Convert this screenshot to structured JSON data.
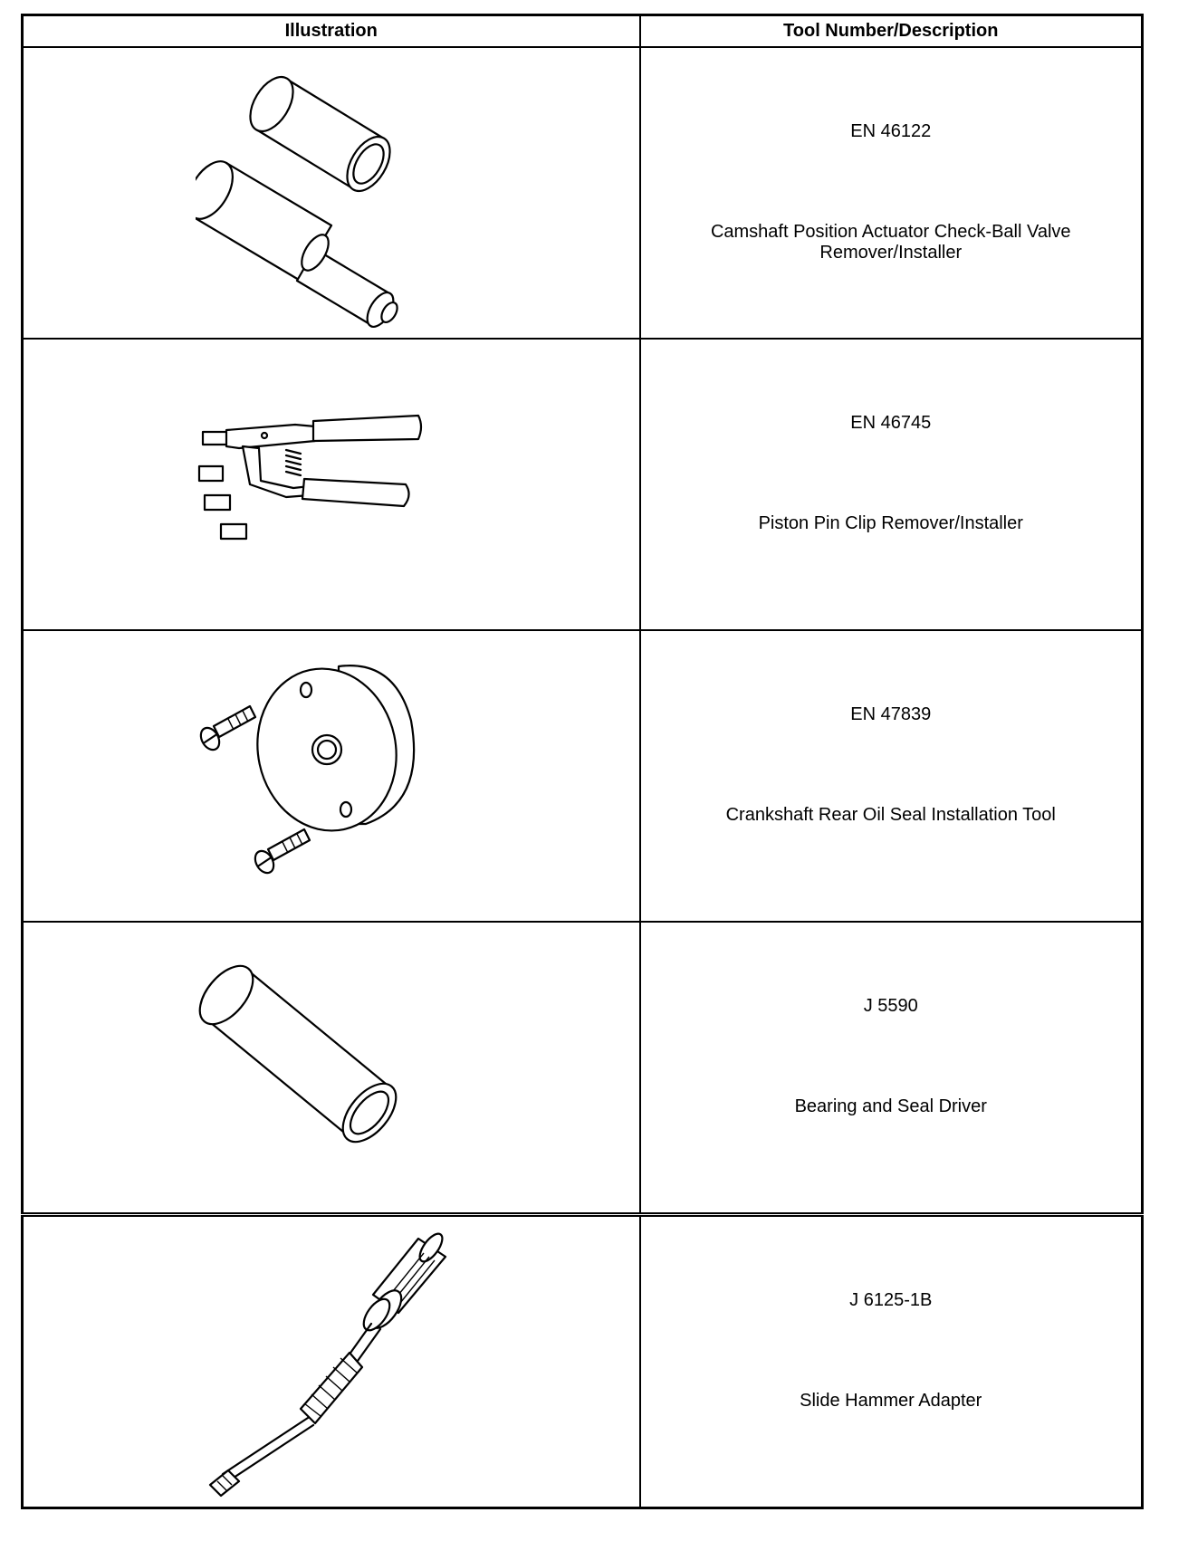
{
  "table": {
    "headers": {
      "illustration": "Illustration",
      "tool": "Tool Number/Description"
    },
    "rows": [
      {
        "number": "EN 46122",
        "description": "Camshaft Position Actuator Check-Ball Valve Remover/Installer",
        "illustration_icon": "valve-remover-installer-illustration"
      },
      {
        "number": "EN 46745",
        "description": "Piston Pin Clip Remover/Installer",
        "illustration_icon": "piston-pin-clip-tool-illustration"
      },
      {
        "number": "EN 47839",
        "description": "Crankshaft Rear Oil Seal Installation Tool",
        "illustration_icon": "oil-seal-installation-tool-illustration"
      },
      {
        "number": "J 5590",
        "description": "Bearing and Seal Driver",
        "illustration_icon": "bearing-seal-driver-illustration"
      },
      {
        "number": "J 6125-1B",
        "description": "Slide Hammer Adapter",
        "illustration_icon": "slide-hammer-adapter-illustration"
      }
    ]
  }
}
